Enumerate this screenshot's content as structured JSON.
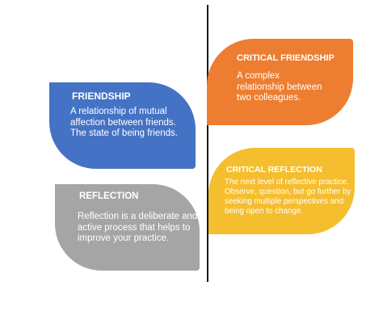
{
  "cards": {
    "friendship": {
      "title": "FRIENDSHIP",
      "text": "A relationship of mutual affection between friends. The state of being friends.",
      "color": "#4472C4"
    },
    "reflection": {
      "title": "REFLECTION",
      "text": "Reflection is a deliberate and active process that helps to improve your practice.",
      "color": "#A5A5A5"
    },
    "critical_friendship": {
      "title": "CRITICAL FRIENDSHIP",
      "text": "A complex relationship between two colleagues.",
      "color": "#ED7D31"
    },
    "critical_reflection": {
      "title": "CRITICAL REFLECTION",
      "text": "The next level of reflective practice. Observe, question, but go further by seeking multiple perspectives and being open to change.",
      "color": "#F5BE2E"
    }
  },
  "divider_color": "#1a1a1a"
}
